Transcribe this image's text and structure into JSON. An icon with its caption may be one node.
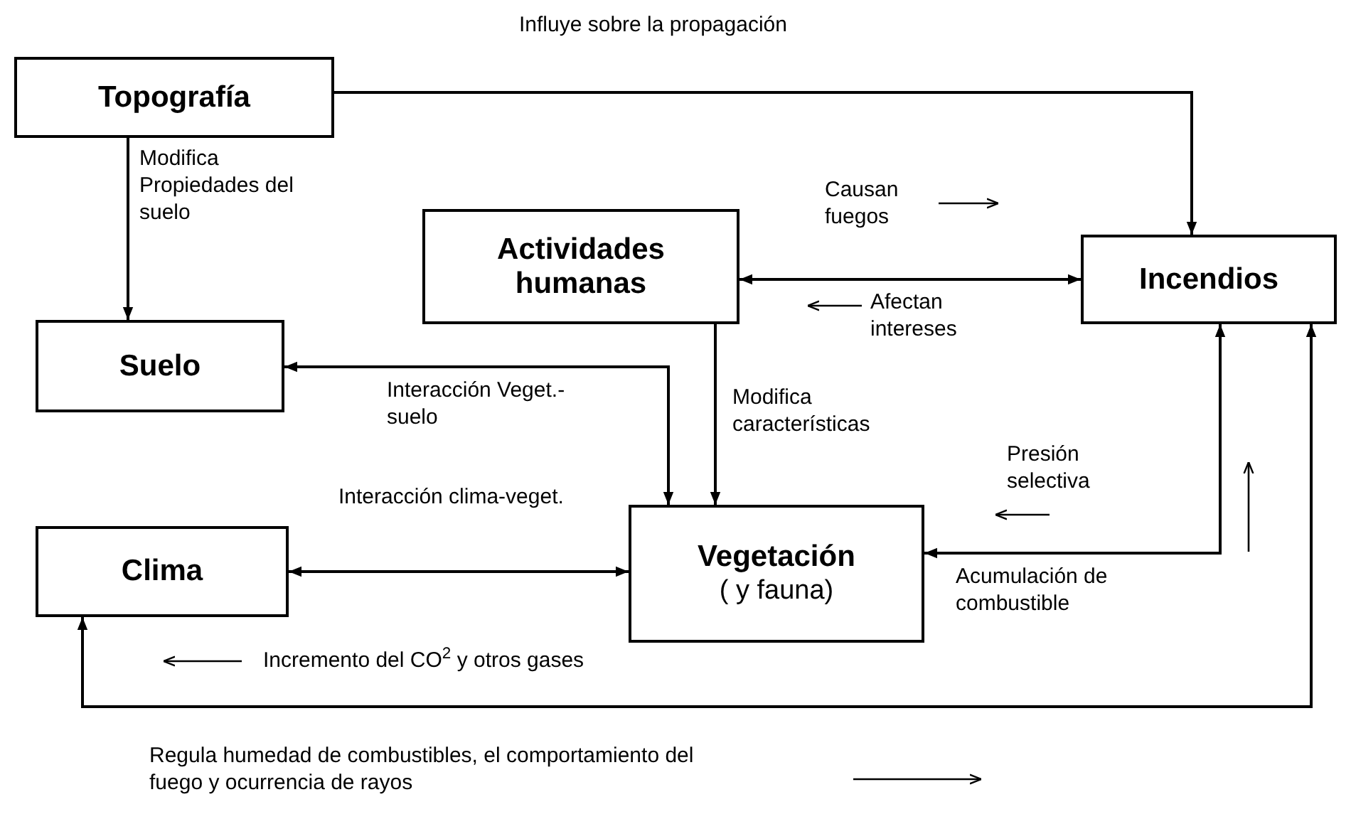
{
  "diagram": {
    "nodes": [
      {
        "text": [
          "Topografía"
        ]
      },
      {
        "text": [
          "Actividades humanas"
        ]
      },
      {
        "text": [
          "Incendios"
        ]
      },
      {
        "text": [
          "Suelo"
        ]
      },
      {
        "text": [
          "Clima"
        ]
      },
      {
        "text": [
          "Vegetación",
          "( y fauna)"
        ]
      }
    ],
    "edges": [
      {
        "from": 0,
        "to": 2,
        "arrow": "to",
        "label": "Influye sobre la propagación"
      },
      {
        "from": 0,
        "to": 3,
        "arrow": "to",
        "label": "Modifica Propiedades del suelo"
      },
      {
        "from": 1,
        "to": 2,
        "arrow": "both"
      },
      {
        "from": 5,
        "to": 3,
        "arrow": "both",
        "label": "Interacción Veget.-suelo"
      },
      {
        "from": 1,
        "to": 5,
        "arrow": "to",
        "label": "Modifica características"
      },
      {
        "from": 4,
        "to": 5,
        "arrow": "both",
        "label": "Interacción clima-veget."
      },
      {
        "from": 2,
        "to": 5,
        "arrow": "both"
      },
      {
        "from": 2,
        "to": 4,
        "arrow": "both"
      }
    ],
    "labels": [
      "Causan fuegos",
      "Afectan intereses",
      "Presión selectiva",
      "Acumulación de combustible",
      "Incremento del CO$^{2}$ y otros gases",
      "Regula humedad de combustibles, el comportamiento del fuego y ocurrencia de rayos"
    ]
  }
}
